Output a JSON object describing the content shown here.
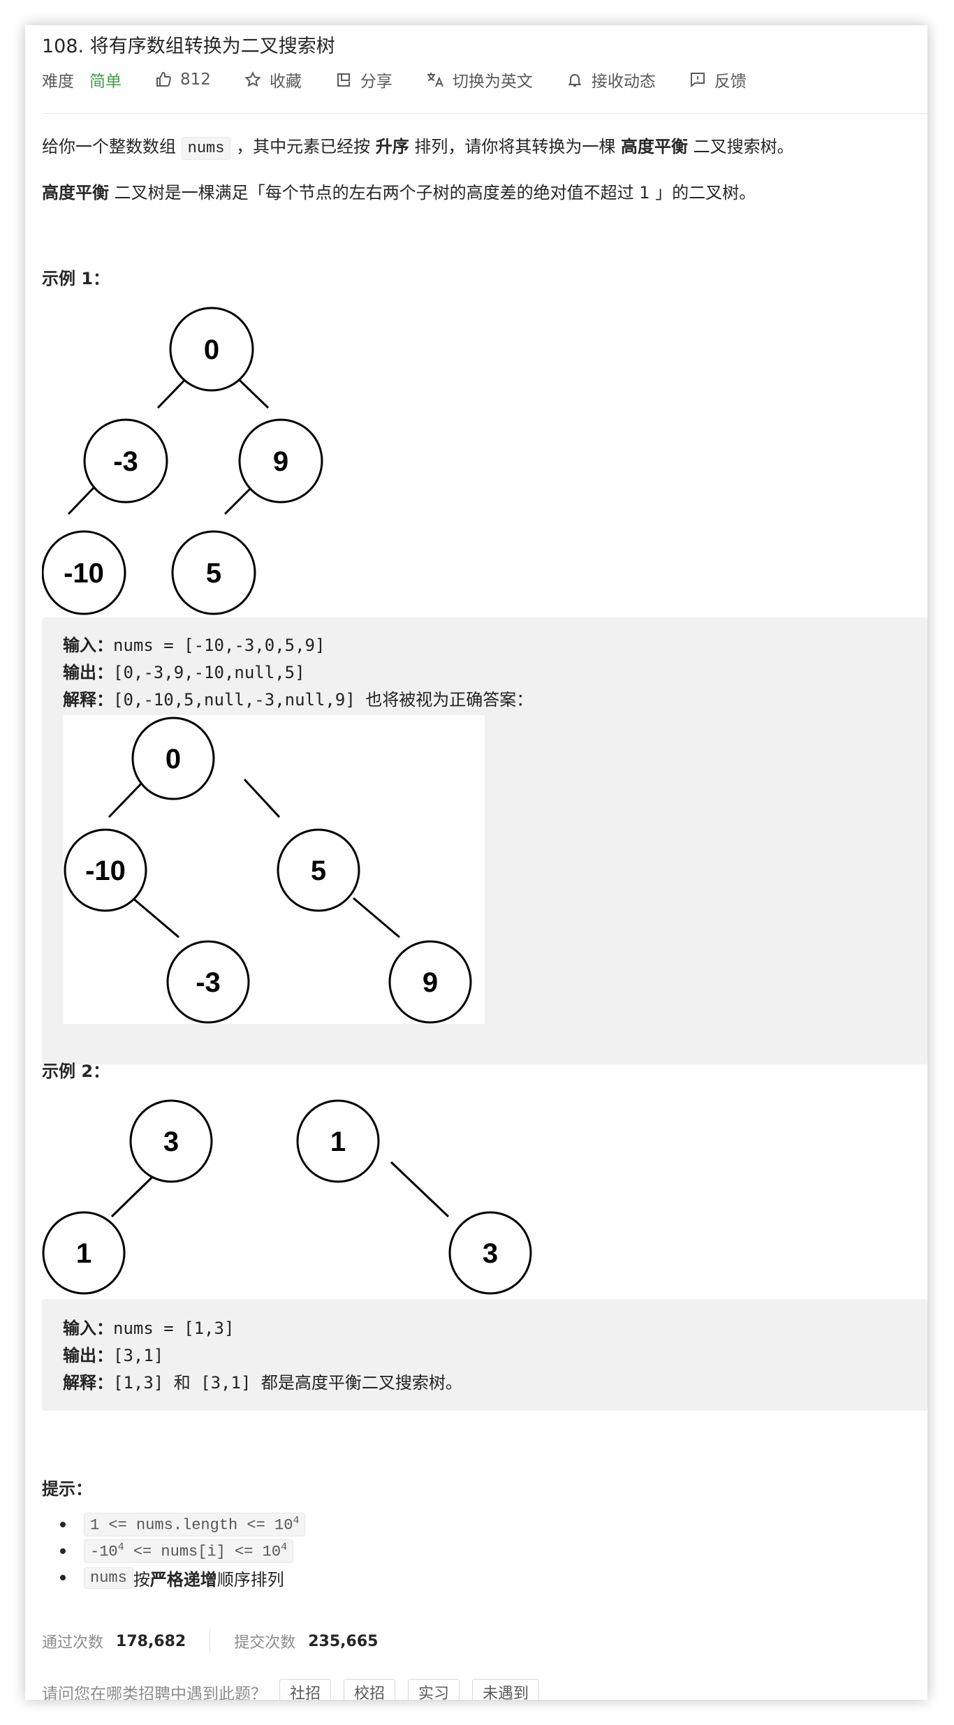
{
  "problem": {
    "title": "108. 将有序数组转换为二叉搜索树",
    "difficulty_label": "难度",
    "difficulty_value": "简单",
    "likes": "812",
    "favorite": "收藏",
    "share": "分享",
    "switch_lang": "切换为英文",
    "subscribe": "接收动态",
    "feedback": "反馈"
  },
  "description": {
    "p1_a": "给你一个整数数组 ",
    "p1_code": "nums",
    "p1_b": " ，其中元素已经按 ",
    "p1_bold1": "升序",
    "p1_c": " 排列，请你将其转换为一棵 ",
    "p1_bold2": "高度平衡",
    "p1_d": " 二叉搜索树。",
    "p2_bold": "高度平衡",
    "p2_text": " 二叉树是一棵满足「每个节点的左右两个子树的高度差的绝对值不超过 1 」的二叉树。"
  },
  "example1": {
    "heading": "示例 1：",
    "tree": [
      "0",
      "-3",
      "9",
      "-10",
      "5"
    ],
    "input_label": "输入：",
    "input_value": "nums = [-10,-3,0,5,9]",
    "output_label": "输出：",
    "output_value": "[0,-3,9,-10,null,5]",
    "explain_label": "解释：",
    "explain_value": "[0,-10,5,null,-3,null,9] 也将被视为正确答案：",
    "alt_tree": [
      "0",
      "-10",
      "5",
      "-3",
      "9"
    ]
  },
  "example2": {
    "heading": "示例 2：",
    "tree_a": [
      "3",
      "1"
    ],
    "tree_b": [
      "1",
      "3"
    ],
    "input_label": "输入：",
    "input_value": "nums = [1,3]",
    "output_label": "输出：",
    "output_value": "[3,1]",
    "explain_label": "解释：",
    "explain_value": "[1,3] 和 [3,1] 都是高度平衡二叉搜索树。"
  },
  "hints": {
    "heading": "提示：",
    "c1_a": "1 <= nums.length <= 10",
    "c1_sup": "4",
    "c2_a": "-10",
    "c2_sup1": "4",
    "c2_b": " <= nums[i] <= 10",
    "c2_sup2": "4",
    "c3_code": "nums",
    "c3_a": " 按 ",
    "c3_bold": "严格递增",
    "c3_b": " 顺序排列"
  },
  "stats": {
    "accepted_label": "通过次数",
    "accepted_value": "178,682",
    "submissions_label": "提交次数",
    "submissions_value": "235,665"
  },
  "question": {
    "text": "请问您在哪类招聘中遇到此题？",
    "tags": [
      "社招",
      "校招",
      "实习",
      "未遇到"
    ]
  }
}
